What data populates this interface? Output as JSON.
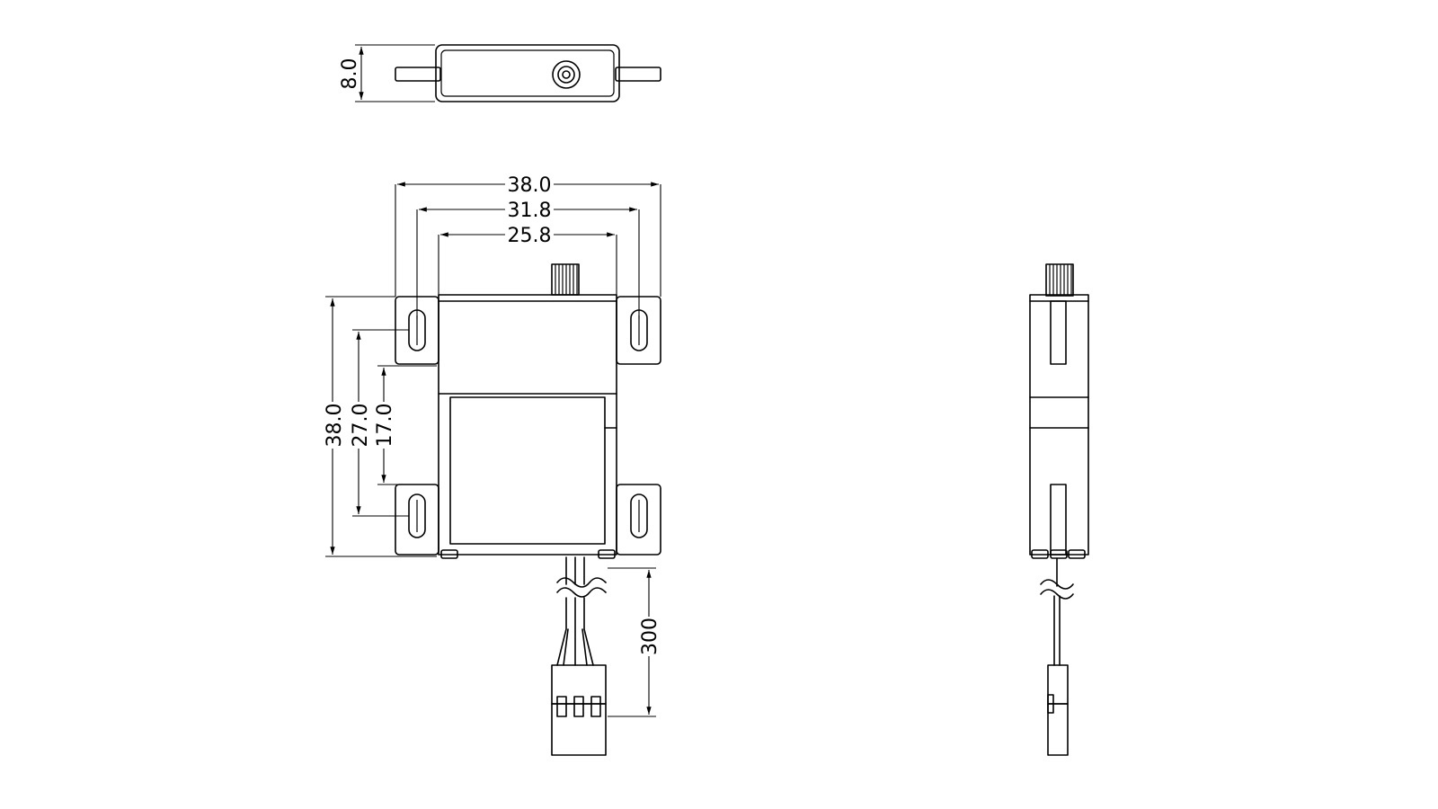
{
  "views": {
    "top": {
      "name": "top-view"
    },
    "front": {
      "name": "front-view"
    },
    "side": {
      "name": "side-view"
    }
  },
  "dimensions": {
    "top_thickness": "8.0",
    "overall_width": "38.0",
    "mount_hole_spacing": "31.8",
    "body_width": "25.8",
    "overall_height": "38.0",
    "tab_spacing_outer": "27.0",
    "tab_spacing_inner": "17.0",
    "cable_length": "300"
  }
}
